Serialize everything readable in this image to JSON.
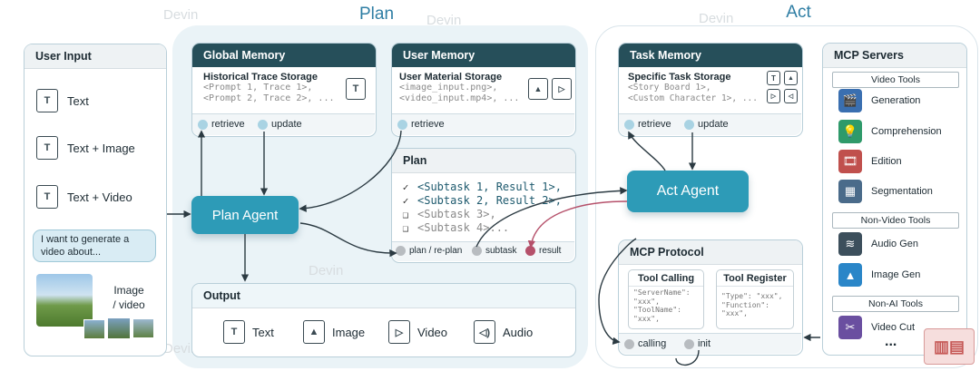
{
  "regions": {
    "plan_title": "Plan",
    "act_title": "Act"
  },
  "user_input": {
    "title": "User Input",
    "items": [
      "Text",
      "Text + Image",
      "Text + Video"
    ],
    "prompt_bubble": [
      "I want to generate a",
      "video about..."
    ],
    "media_label": [
      "Image",
      "/ video"
    ]
  },
  "global_memory": {
    "title": "Global Memory",
    "subtitle": "Historical Trace Storage",
    "lines": [
      "<Prompt 1, Trace 1>,",
      "<Prompt 2, Trace 2>, ..."
    ],
    "ports": [
      "retrieve",
      "update"
    ]
  },
  "user_memory": {
    "title": "User Memory",
    "subtitle": "User Material Storage",
    "lines": [
      "<image_input.png>,",
      "<video_input.mp4>, ..."
    ],
    "ports": [
      "retrieve"
    ]
  },
  "plan_agent": {
    "label": "Plan Agent"
  },
  "plan": {
    "title": "Plan",
    "lines": [
      {
        "mark": "✓",
        "text": "<Subtask 1, Result 1>,",
        "done": true
      },
      {
        "mark": "✓",
        "text": "<Subtask 2, Result 2>,",
        "done": true
      },
      {
        "mark": "❑",
        "text": "<Subtask 3>,",
        "done": false
      },
      {
        "mark": "❑",
        "text": "<Subtask 4>...",
        "done": false
      }
    ],
    "ports": [
      "plan / re-plan",
      "subtask",
      "result"
    ]
  },
  "output": {
    "title": "Output",
    "items": [
      {
        "label": "Text",
        "icon": "text-icon"
      },
      {
        "label": "Image",
        "icon": "image-icon"
      },
      {
        "label": "Video",
        "icon": "video-icon"
      },
      {
        "label": "Audio",
        "icon": "audio-icon"
      }
    ]
  },
  "task_memory": {
    "title": "Task Memory",
    "subtitle": "Specific Task Storage",
    "lines": [
      "<Story Board 1>,",
      "<Custom Character 1>, ..."
    ],
    "ports": [
      "retrieve",
      "update"
    ]
  },
  "act_agent": {
    "label": "Act Agent"
  },
  "mcp_protocol": {
    "title": "MCP Protocol",
    "tool_calling": {
      "title": "Tool Calling",
      "code": "\"ServerName\":\n\"xxx\",\n\"ToolName\":\n\"xxx\","
    },
    "tool_register": {
      "title": "Tool Register",
      "code": "\"Type\": \"xxx\",\n\"Function\":\n\"xxx\","
    },
    "ports": [
      "calling",
      "init"
    ]
  },
  "mcp_servers": {
    "title": "MCP Servers",
    "categories": [
      "Video Tools",
      "Non-Video Tools",
      "Non-AI Tools"
    ],
    "video_tools": [
      "Generation",
      "Comprehension",
      "Edition",
      "Segmentation"
    ],
    "non_video_tools": [
      "Audio Gen",
      "Image Gen"
    ],
    "non_ai_tools": [
      "Video Cut"
    ],
    "more": "..."
  },
  "colors": {
    "dark_header": "#264f5a",
    "agent": "#2d9bb7",
    "result_port": "#b5506a",
    "plan_bg": "#eaf3f7"
  }
}
